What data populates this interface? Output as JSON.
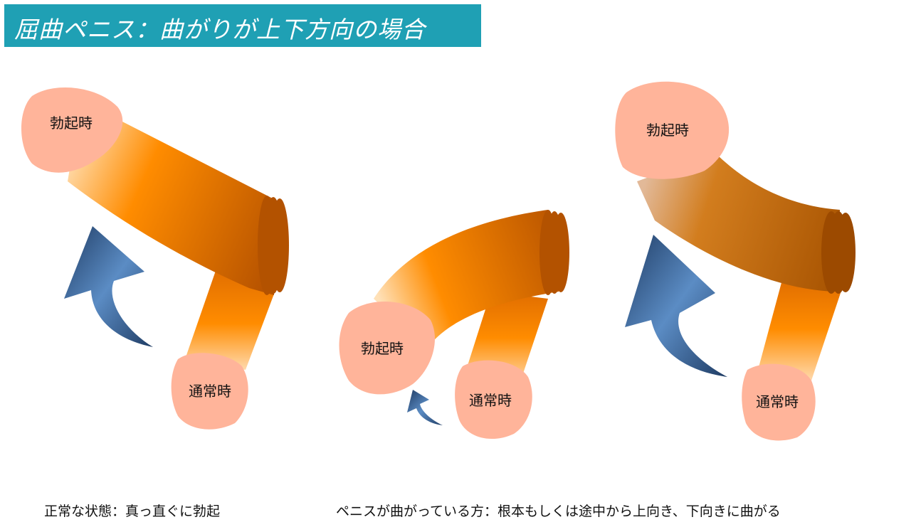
{
  "title": "屈曲ペニス：曲がりが上下方向の場合",
  "panels": [
    {
      "erect_label": "勃起時",
      "flaccid_label": "通常時"
    },
    {
      "erect_label": "勃起時",
      "flaccid_label": "通常時"
    },
    {
      "erect_label": "勃起時",
      "flaccid_label": "通常時"
    }
  ],
  "captions": {
    "left": "正常な状態：真っ直ぐに勃起",
    "right": "ペニスが曲がっている方：根本もしくは途中から上向き、下向きに曲がる"
  },
  "colors": {
    "banner": "#1fa0b4",
    "tip": "#ffb49a",
    "shaft_orange": "#ff8c00",
    "shaft_dark": "#c05a00",
    "arrow_blue": "#5b8cc4",
    "arrow_dark": "#1f3c64"
  }
}
